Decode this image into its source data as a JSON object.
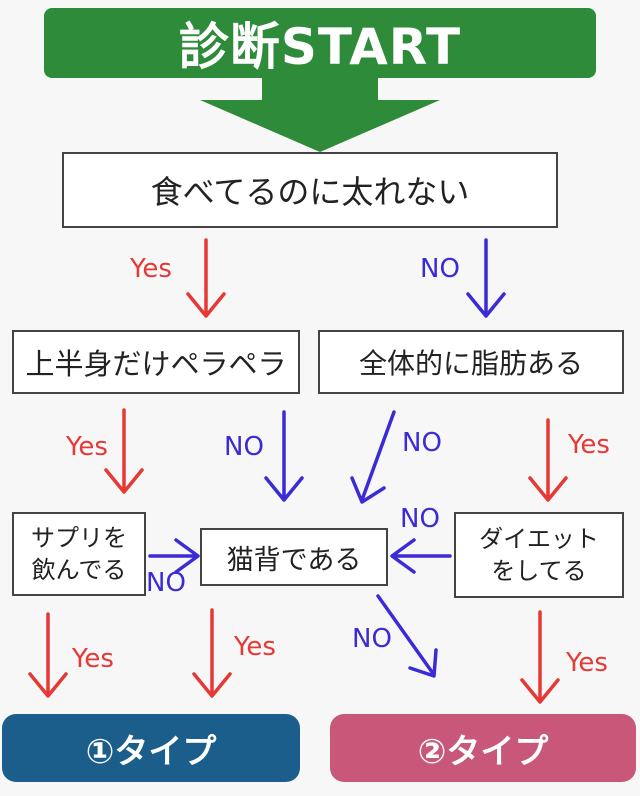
{
  "start": {
    "label": "診断START",
    "color": "#2e8b3a"
  },
  "nodes": {
    "q1": "食べてるのに太れない",
    "q2": "上半身だけペラペラ",
    "q3": "全体的に脂肪ある",
    "q4_line1": "サプリを",
    "q4_line2": "飲んでる",
    "q5": "猫背である",
    "q6_line1": "ダイエット",
    "q6_line2": "をしてる"
  },
  "results": {
    "type1": {
      "label": "①タイプ",
      "color": "#1b5e8c"
    },
    "type2": {
      "label": "②タイプ",
      "color": "#c9577a"
    }
  },
  "edge_labels": {
    "yes": "Yes",
    "no": "NO"
  },
  "colors": {
    "yes": "#e53935",
    "no": "#3b2bd6"
  }
}
